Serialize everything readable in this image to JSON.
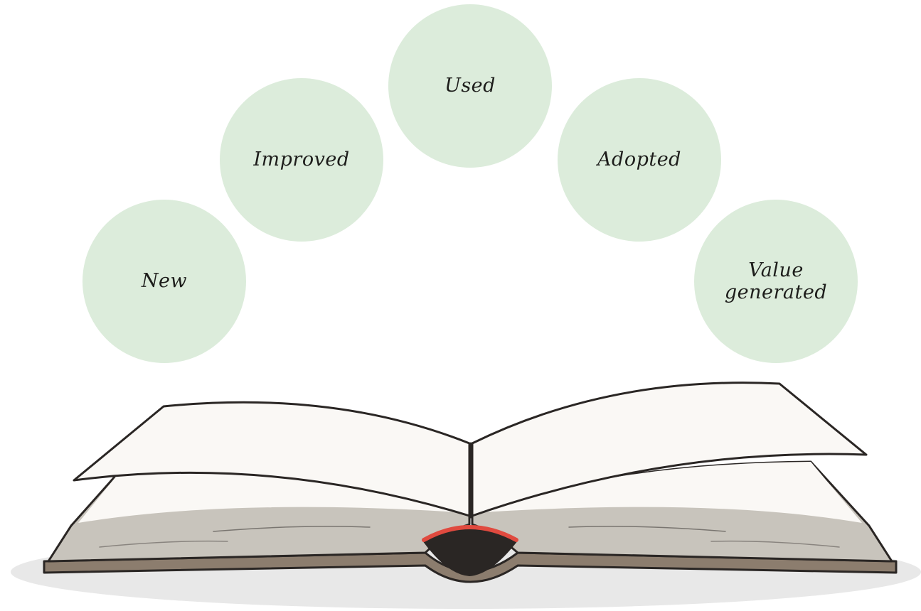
{
  "stages": [
    {
      "id": "new",
      "label": "New"
    },
    {
      "id": "improved",
      "label": "Improved"
    },
    {
      "id": "used",
      "label": "Used"
    },
    {
      "id": "adopted",
      "label": "Adopted"
    },
    {
      "id": "value",
      "label": "Value\ngenerated"
    }
  ],
  "colors": {
    "bubble": "#dcecdb",
    "page": "#faf8f5",
    "page_edge": "#c8c4bc",
    "cover": "#8c7d6e",
    "shadow": "#e8e8e8",
    "bookmark": "#e04a3f",
    "spine_hole": "#2a2624",
    "outline": "#2a2624"
  },
  "illustration": {
    "subject": "open-book-icon"
  }
}
